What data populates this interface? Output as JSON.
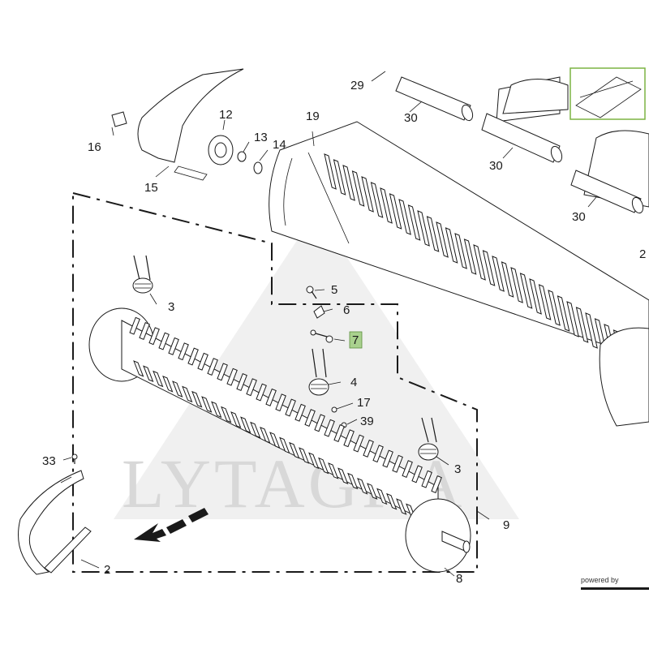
{
  "diagram": {
    "watermark_text": "LYTAGRA",
    "powered_by_text": "powered by",
    "highlighted_callout": "7",
    "highlight_color": "#a9d18e",
    "thumbnail_border_color": "#7cb342",
    "callouts": [
      {
        "id": "c29",
        "label": "29"
      },
      {
        "id": "c30a",
        "label": "30"
      },
      {
        "id": "c30b",
        "label": "30"
      },
      {
        "id": "c30c",
        "label": "30"
      },
      {
        "id": "c2r",
        "label": "2"
      },
      {
        "id": "c12",
        "label": "12"
      },
      {
        "id": "c13",
        "label": "13"
      },
      {
        "id": "c14",
        "label": "14"
      },
      {
        "id": "c16",
        "label": "16"
      },
      {
        "id": "c15",
        "label": "15"
      },
      {
        "id": "c19",
        "label": "19"
      },
      {
        "id": "c3a",
        "label": "3"
      },
      {
        "id": "c5",
        "label": "5"
      },
      {
        "id": "c6",
        "label": "6"
      },
      {
        "id": "c7",
        "label": "7"
      },
      {
        "id": "c4",
        "label": "4"
      },
      {
        "id": "c17",
        "label": "17"
      },
      {
        "id": "c39",
        "label": "39"
      },
      {
        "id": "c3b",
        "label": "3"
      },
      {
        "id": "c33",
        "label": "33"
      },
      {
        "id": "c9",
        "label": "9"
      },
      {
        "id": "c2",
        "label": "2"
      },
      {
        "id": "c8",
        "label": "8"
      }
    ]
  }
}
